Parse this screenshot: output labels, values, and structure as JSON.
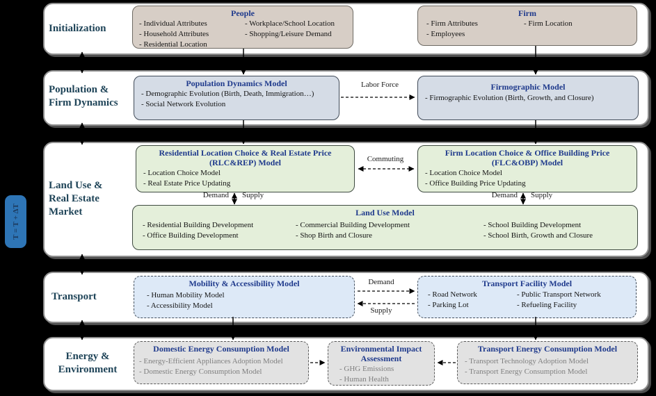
{
  "loop": {
    "label": "T = T + ΔT"
  },
  "colors": {
    "background": "#000000",
    "section_fill": "#ffffff",
    "people_firm_fill": "#d7cec6",
    "dynamics_fill": "#d5dce6",
    "landuse_fill": "#e4efda",
    "transport_fill": "#dde9f7",
    "energy_fill": "#e2e2e2",
    "title_blue": "#1f3a8c",
    "section_label": "#1f4458",
    "loop_box_blue": "#2e75b6",
    "muted_gray_text": "#7f7f7f"
  },
  "sections": {
    "initialization": {
      "label": "Initialization",
      "people": {
        "title": "People",
        "col1": [
          "- Individual Attributes",
          "- Household Attributes",
          "- Residential Location"
        ],
        "col2": [
          "- Workplace/School Location",
          "- Shopping/Leisure Demand"
        ]
      },
      "firm": {
        "title": "Firm",
        "col1": [
          "- Firm Attributes",
          "- Employees"
        ],
        "col2": [
          "- Firm Location"
        ]
      }
    },
    "population_firm_dynamics": {
      "label": "Population & Firm Dynamics",
      "pdm": {
        "title": "Population Dynamics Model",
        "items": [
          "- Demographic Evolution (Birth, Death, Immigration…)",
          "- Social Network Evolution"
        ]
      },
      "firmographic": {
        "title": "Firmographic Model",
        "items": [
          "- Firmographic Evolution (Birth, Growth, and Closure)"
        ]
      },
      "labor_force_label": "Labor Force"
    },
    "land_use": {
      "label": "Land Use & Real Estate Market",
      "rlc": {
        "title1": "Residential Location Choice & Real Estate Price",
        "title2": "(RLC&REP) Model",
        "items": [
          "- Location Choice Model",
          "- Real Estate Price Updating"
        ]
      },
      "flc": {
        "title1": "Firm Location Choice & Office Building Price",
        "title2": "(FLC&OBP) Model",
        "items": [
          "- Location Choice Model",
          "- Office Building Price Updating"
        ]
      },
      "lum": {
        "title": "Land Use Model",
        "col1": [
          "- Residential Building Development",
          "- Office Building Development"
        ],
        "col2": [
          "- Commercial Building Development",
          "- Shop Birth and Closure"
        ],
        "col3": [
          "- School Building Development",
          "- School Birth, Growth and Closure"
        ]
      },
      "commuting_label": "Commuting",
      "demand_label": "Demand",
      "supply_label": "Supply"
    },
    "transport": {
      "label": "Transport",
      "mam": {
        "title": "Mobility & Accessibility Model",
        "items": [
          "-  Human Mobility Model",
          "-  Accessibility Model"
        ]
      },
      "tfm": {
        "title": "Transport Facility Model",
        "col1": [
          "- Road Network",
          "- Parking Lot"
        ],
        "col2": [
          "- Public Transport Network",
          "- Refueling Facility"
        ]
      },
      "demand_label": "Demand",
      "supply_label": "Supply"
    },
    "energy": {
      "label": "Energy & Environment",
      "decm": {
        "title": "Domestic Energy Consumption Model",
        "items": [
          "- Energy-Efficient Appliances Adoption Model",
          "- Domestic Energy Consumption Model"
        ]
      },
      "eia": {
        "title1": "Environmental Impact",
        "title2": "Assessment",
        "items": [
          "-  GHG Emissions",
          "-  Human Health"
        ]
      },
      "tecm": {
        "title": "Transport Energy Consumption Model",
        "items": [
          "- Transport Technology Adoption Model",
          "- Transport Energy Consumption Model"
        ]
      }
    }
  }
}
